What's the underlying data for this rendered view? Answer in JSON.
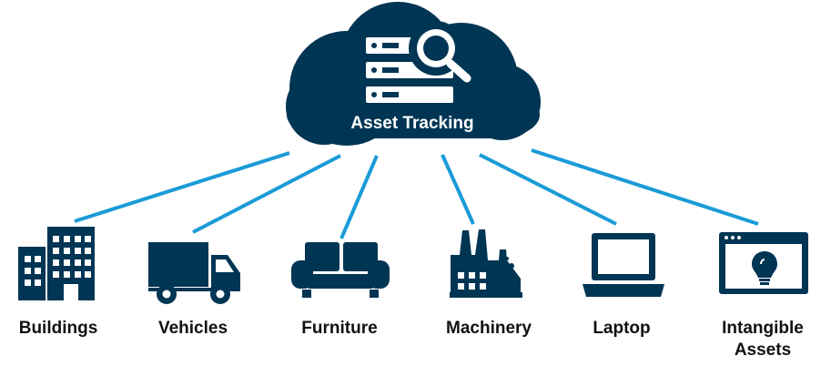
{
  "cloud": {
    "title": "Asset Tracking",
    "icon": "server-search-icon"
  },
  "assets": [
    {
      "label": "Buildings",
      "icon": "building-icon"
    },
    {
      "label": "Vehicles",
      "icon": "truck-icon"
    },
    {
      "label": "Furniture",
      "icon": "sofa-icon"
    },
    {
      "label": "Machinery",
      "icon": "factory-icon"
    },
    {
      "label": "Laptop",
      "icon": "laptop-icon"
    },
    {
      "label_line1": "Intangible",
      "label_line2": "Assets",
      "icon": "lightbulb-browser-icon"
    }
  ],
  "colors": {
    "icon": "#003554",
    "connector": "#1a9bd7",
    "text": "#111111",
    "background": "#ffffff"
  }
}
